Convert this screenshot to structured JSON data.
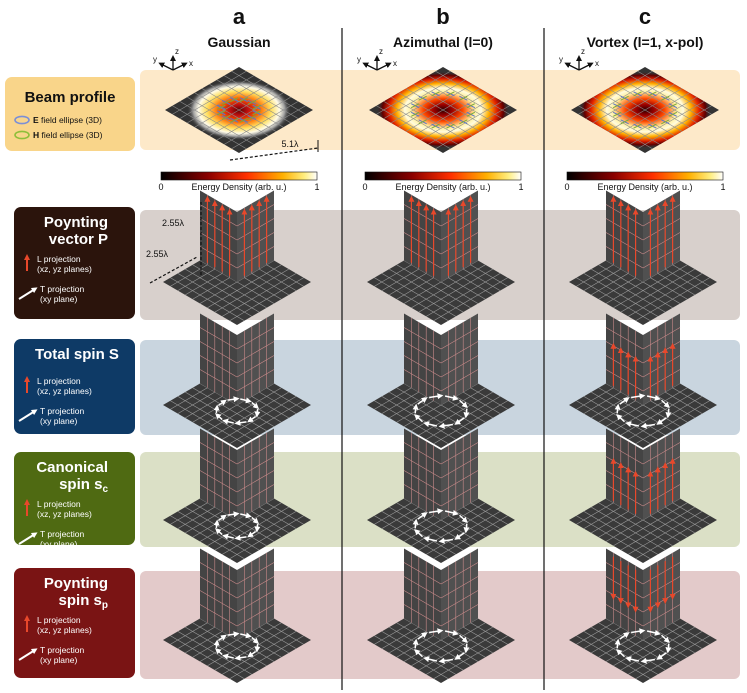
{
  "columns": [
    {
      "letter": "a",
      "name": "Gaussian"
    },
    {
      "letter": "b",
      "name": "Azimuthal (l=0)"
    },
    {
      "letter": "c",
      "name": "Vortex (l=1, x-pol)"
    }
  ],
  "axes": {
    "x": "x",
    "y": "y",
    "z": "z"
  },
  "colorbar": {
    "min": "0",
    "max": "1",
    "label": "Energy Density (arb. u.)"
  },
  "dimensions": {
    "width": "5.1λ",
    "height": "2.55λ",
    "depth": "2.55λ"
  },
  "beam_profile": {
    "title": "Beam profile",
    "legend": [
      {
        "bold": "E",
        "text": " field ellipse (3D)",
        "color": "#7b8fd6"
      },
      {
        "bold": "H",
        "text": " field ellipse (3D)",
        "color": "#8fbf3a"
      }
    ]
  },
  "rows": [
    {
      "title": [
        "Poynting",
        "vector P"
      ],
      "L": [
        "L projection",
        "(xz, yz planes)"
      ],
      "T": [
        "T projection",
        "(xy plane)"
      ],
      "box": "#2b140c",
      "band": "#d8d0cc"
    },
    {
      "title": [
        "Total spin S"
      ],
      "L": [
        "L projection",
        "(xz, yz planes)"
      ],
      "T": [
        "T projection",
        "(xy plane)"
      ],
      "box": "#0e3a66",
      "band": "#c9d5df"
    },
    {
      "title": [
        "Canonical",
        "spin s"
      ],
      "sub": "c",
      "L": [
        "L projection",
        "(xz, yz planes)"
      ],
      "T": [
        "T projection",
        "(xy plane)"
      ],
      "box": "#4f6a12",
      "band": "#dbe0c6"
    },
    {
      "title": [
        "Poynting",
        "spin s"
      ],
      "sub": "p",
      "L": [
        "L projection",
        "(xz, yz planes)"
      ],
      "T": [
        "T projection",
        "(xy plane)"
      ],
      "box": "#7a1414",
      "band": "#e3caca"
    }
  ],
  "colors": {
    "beam_band": "#fde9c9",
    "beam_box": "#f9d58a",
    "arrow_L": "#e8482b",
    "arrow_T": "#ffffff",
    "panel": "#3a3a3a"
  }
}
